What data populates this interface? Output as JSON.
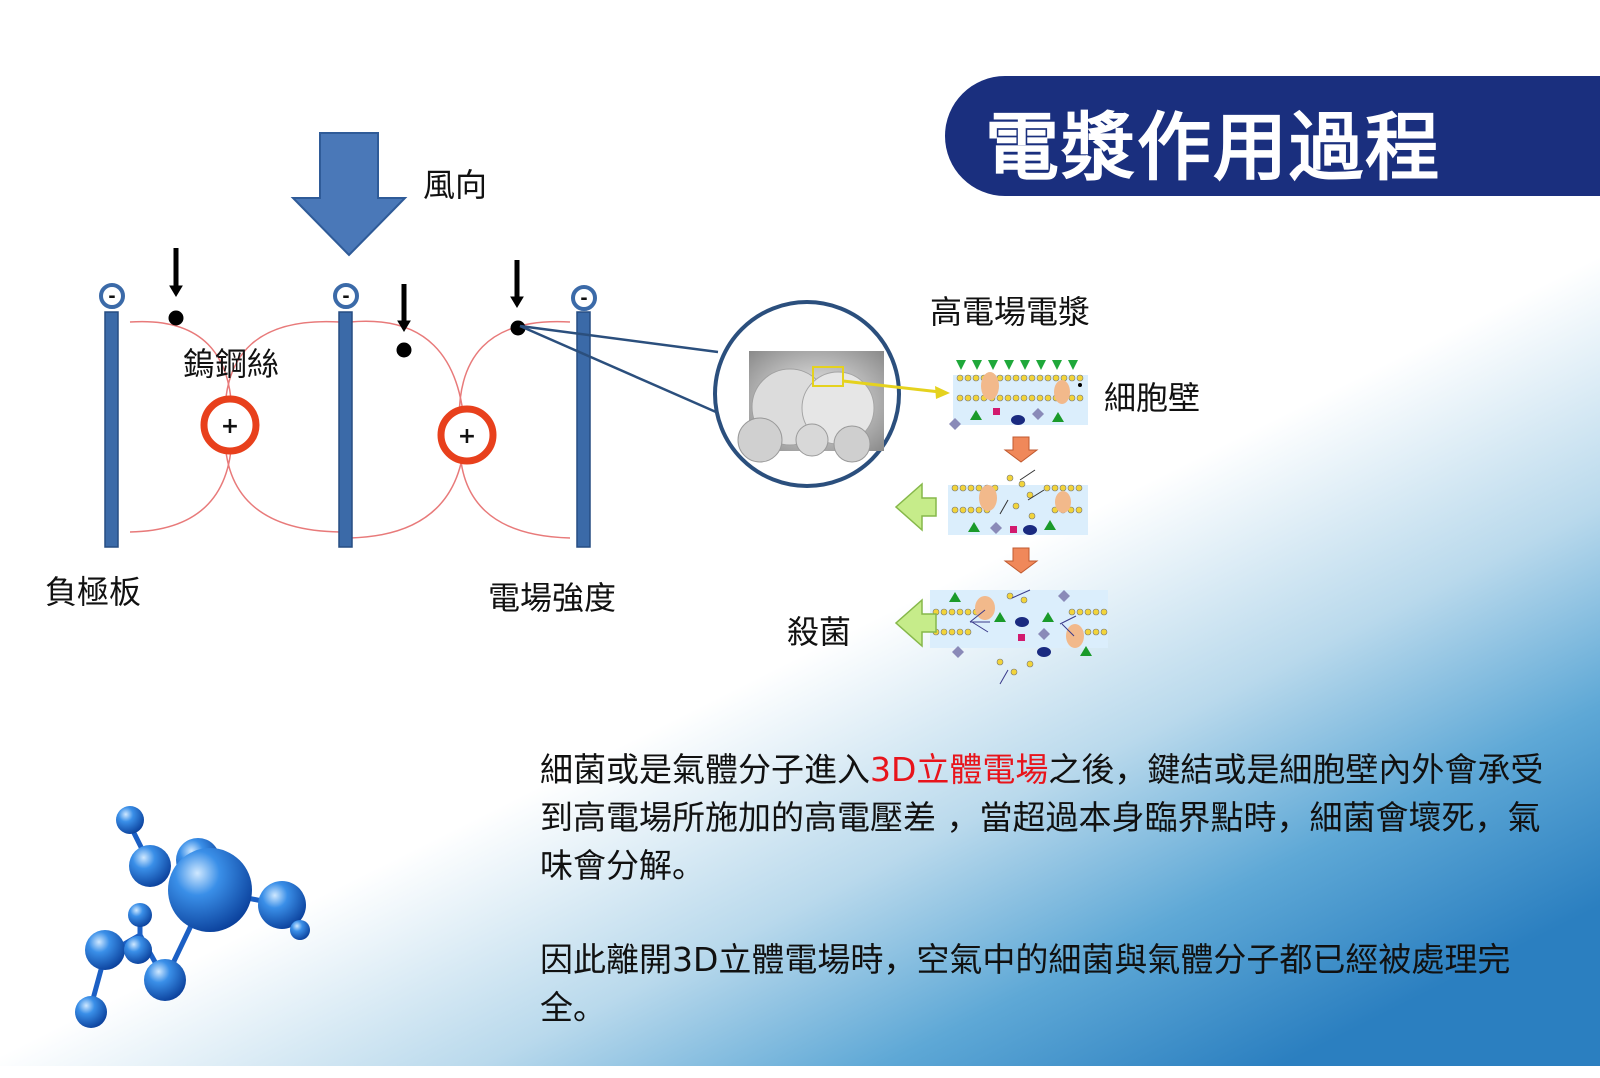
{
  "title": "電漿作用過程",
  "colors": {
    "banner": "#1a2f7e",
    "electrode": "#3b6aa8",
    "positive_ring": "#e8401c",
    "field_line": "#e87a7a",
    "highlight_text": "#e8141b"
  },
  "icons": [
    "wind-direction-arrow",
    "negative-terminal-icon",
    "positive-terminal-icon",
    "magnifier-circle",
    "molecule-icon"
  ],
  "labels": {
    "wind_direction": "風向",
    "tungsten_wire": "鎢鋼絲",
    "cathode_plate": "負極板",
    "field_strength": "電場強度",
    "high_field_plasma": "高電場電漿",
    "cell_wall": "細胞壁",
    "sterilize": "殺菌"
  },
  "symbols": {
    "negative": "-",
    "positive": "+"
  },
  "paragraph1": {
    "before": "細菌或是氣體分子進入",
    "highlight": "3D立體電場",
    "after": "之後，鍵結或是細胞壁內外會承受到高電場所施加的高電壓差 ，當超過本身臨界點時，細菌會壞死，氣味會分解。"
  },
  "paragraph2": "因此離開3D立體電場時，空氣中的細菌與氣體分子都已經被處理完全。"
}
